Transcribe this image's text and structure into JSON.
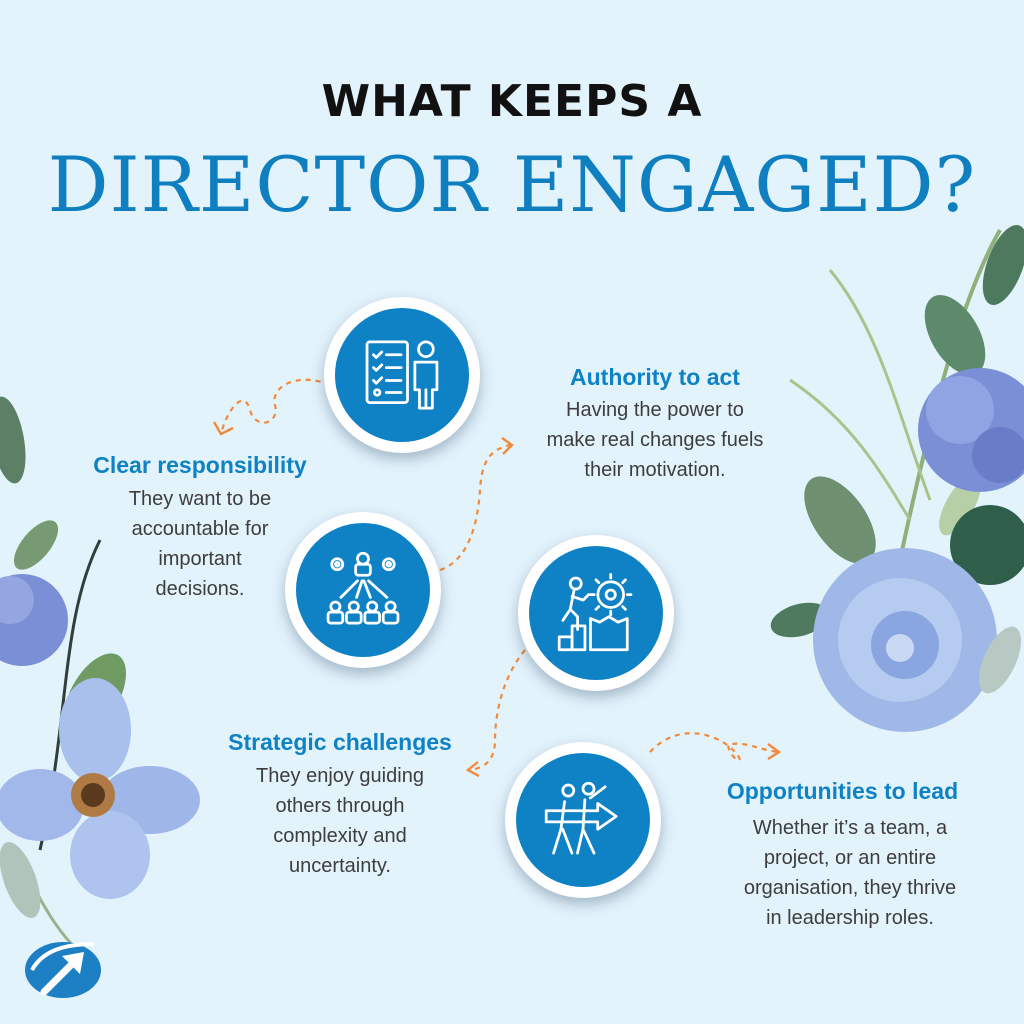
{
  "title": {
    "line1": "WHAT KEEPS A",
    "line2": "DIRECTOR ENGAGED?"
  },
  "colors": {
    "background": "#e3f3fc",
    "accent_blue": "#0e82c5",
    "title_blue": "#0f7fc0",
    "arrow_orange": "#f08a3c",
    "text_dark": "#3d3d3d"
  },
  "items": [
    {
      "title": "Clear responsibility",
      "description": [
        "They want to be",
        "accountable for",
        "important",
        "decisions."
      ],
      "icon": "checklist-person-icon"
    },
    {
      "title": "Authority to act",
      "description": [
        "Having the power to",
        "make real changes fuels",
        "their motivation."
      ],
      "icon": "hierarchy-team-icon"
    },
    {
      "title": "Strategic challenges",
      "description": [
        "They enjoy guiding",
        "others through",
        "complexity and",
        "uncertainty."
      ],
      "icon": "climbing-gear-icon"
    },
    {
      "title": "Opportunities to lead",
      "description": [
        "Whether it’s a team, a",
        "project, or an entire",
        "organisation, they thrive",
        "in leadership roles."
      ],
      "icon": "team-arrow-icon"
    }
  ],
  "logo": {
    "icon": "arrow-logo-icon"
  }
}
